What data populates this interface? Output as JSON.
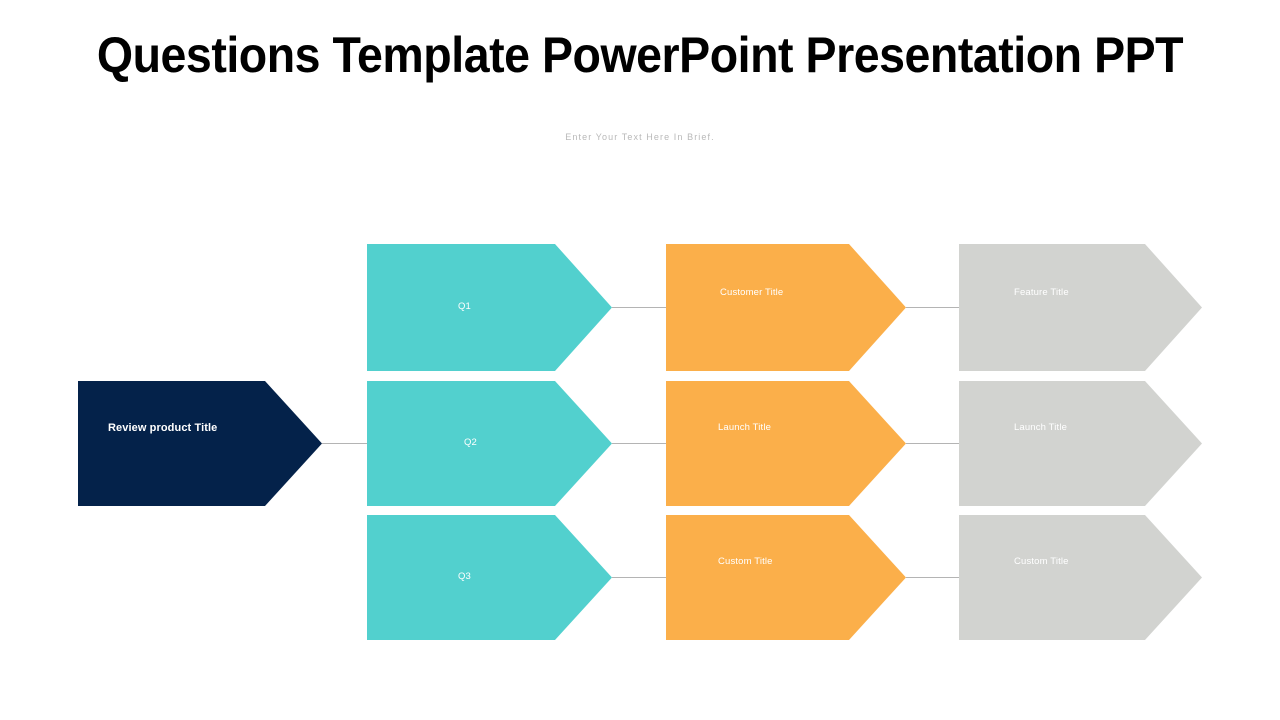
{
  "header": {
    "title": "Questions Template PowerPoint Presentation PPT",
    "subtitle": "Enter Your Text Here In Brief."
  },
  "colors": {
    "navy": "#04224a",
    "teal": "#52d0ce",
    "orange": "#fbaf4a",
    "gray": "#d2d3d0",
    "connector": "#b4b4b4",
    "label_text": "#ffffff",
    "title_text": "#000000",
    "subtitle_text": "#b9b9b9",
    "background": "#ffffff"
  },
  "diagram": {
    "type": "chevron-process",
    "root": {
      "label": "Review product Title",
      "color": "#04224a"
    },
    "columns": [
      {
        "name": "quarters",
        "color": "#52d0ce",
        "items": [
          {
            "label": "Q1"
          },
          {
            "label": "Q2"
          },
          {
            "label": "Q3"
          }
        ]
      },
      {
        "name": "titles",
        "color": "#fbaf4a",
        "items": [
          {
            "label": "Customer Title"
          },
          {
            "label": "Launch Title"
          },
          {
            "label": "Custom Title"
          }
        ]
      },
      {
        "name": "features",
        "color": "#d2d3d0",
        "items": [
          {
            "label": "Feature Title"
          },
          {
            "label": "Launch Title"
          },
          {
            "label": "Custom Title"
          }
        ]
      }
    ]
  }
}
